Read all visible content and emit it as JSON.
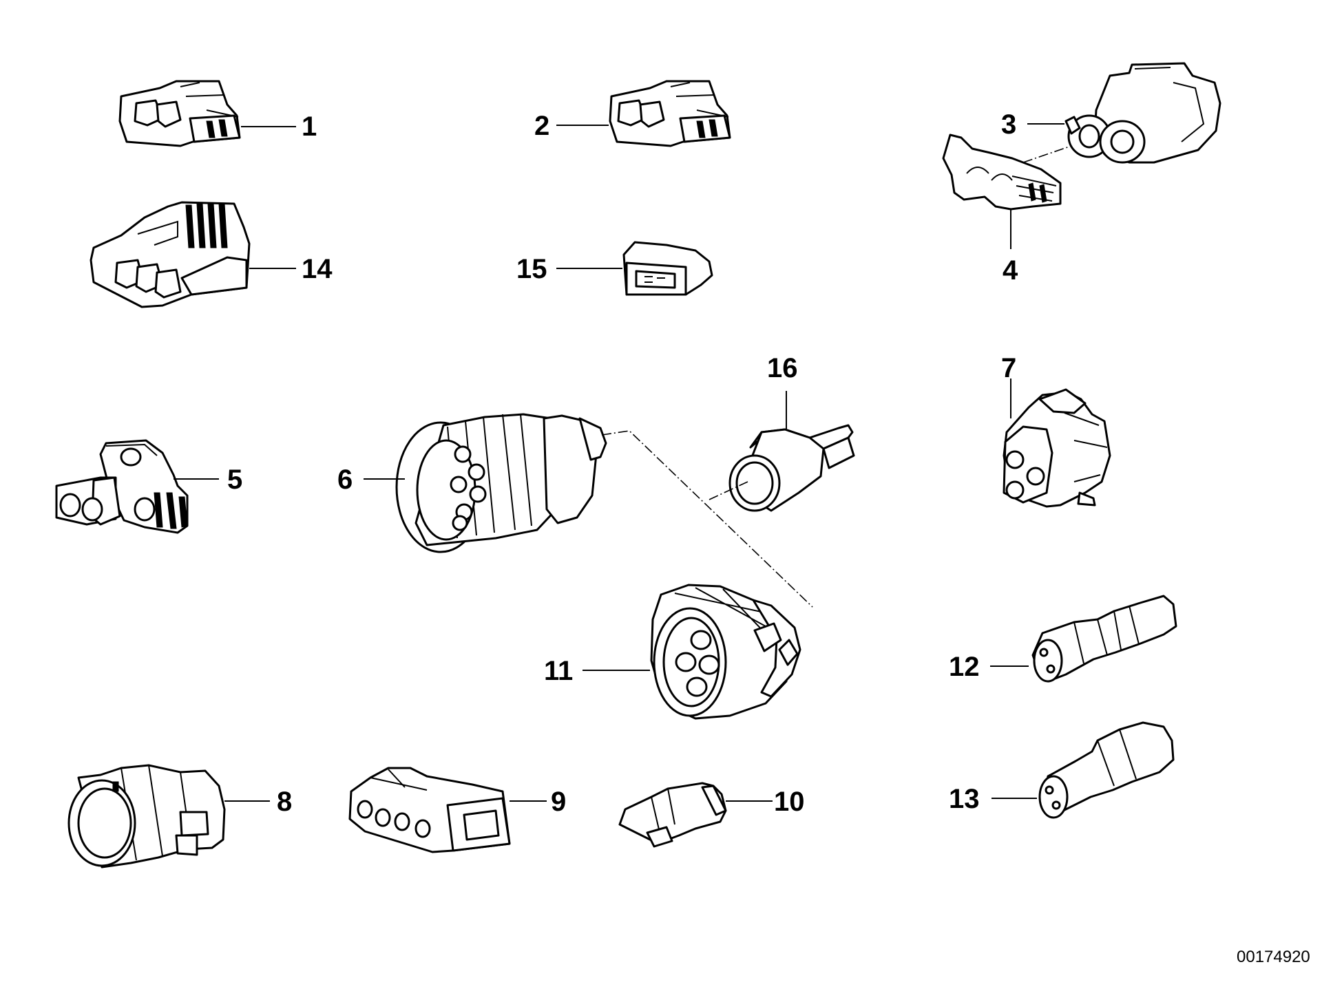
{
  "callouts": {
    "c1": "1",
    "c2": "2",
    "c3": "3",
    "c4": "4",
    "c5": "5",
    "c6": "6",
    "c7": "7",
    "c8": "8",
    "c9": "9",
    "c10": "10",
    "c11": "11",
    "c12": "12",
    "c13": "13",
    "c14": "14",
    "c15": "15",
    "c16": "16"
  },
  "document_id": "00174920",
  "colors": {
    "ink": "#000000",
    "paper": "#ffffff"
  }
}
